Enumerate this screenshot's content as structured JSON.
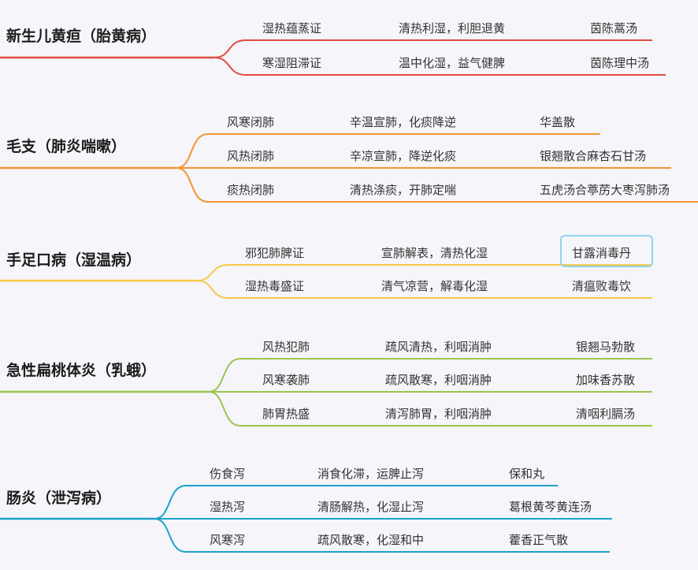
{
  "groups": [
    {
      "topic": "新生儿黄疸（胎黄病）",
      "color": "#e04b3f",
      "rows": [
        {
          "syndrome": "湿热蕴蒸证",
          "method": "清热利湿，利胆退黄",
          "formula": "茵陈蒿汤"
        },
        {
          "syndrome": "寒湿阻滞证",
          "method": "温中化湿，益气健脾",
          "formula": "茵陈理中汤"
        }
      ]
    },
    {
      "topic": "毛支（肺炎喘嗽）",
      "color": "#f2952f",
      "rows": [
        {
          "syndrome": "风寒闭肺",
          "method": "辛温宣肺，化痰降逆",
          "formula": "华盖散"
        },
        {
          "syndrome": "风热闭肺",
          "method": "辛凉宣肺，降逆化痰",
          "formula": "银翘散合麻杏石甘汤"
        },
        {
          "syndrome": "痰热闭肺",
          "method": "清热涤痰，开肺定喘",
          "formula": "五虎汤合葶苈大枣泻肺汤"
        }
      ]
    },
    {
      "topic": "手足口病（湿温病）",
      "color": "#f7c948",
      "rows": [
        {
          "syndrome": "邪犯肺脾证",
          "method": "宣肺解表，清热化湿",
          "formula": "甘露消毒丹",
          "selected": true
        },
        {
          "syndrome": "湿热毒盛证",
          "method": "清气凉营，解毒化湿",
          "formula": "清瘟败毒饮"
        }
      ]
    },
    {
      "topic": "急性扁桃体炎（乳蛾）",
      "color": "#9cc44c",
      "rows": [
        {
          "syndrome": "风热犯肺",
          "method": "疏风清热，利咽消肿",
          "formula": "银翘马勃散"
        },
        {
          "syndrome": "风寒袭肺",
          "method": "疏风散寒，利咽消肿",
          "formula": "加味香苏散"
        },
        {
          "syndrome": "肺胃热盛",
          "method": "清泻肺胃，利咽消肿",
          "formula": "清咽利膈汤"
        }
      ]
    },
    {
      "topic": "肠炎（泄泻病）",
      "color": "#1aa3c9",
      "rows": [
        {
          "syndrome": "伤食泻",
          "method": "消食化滞，运脾止泻",
          "formula": "保和丸"
        },
        {
          "syndrome": "湿热泻",
          "method": "清肠解热，化湿止泻",
          "formula": "葛根黄芩黄连汤"
        },
        {
          "syndrome": "风寒泻",
          "method": "疏风散寒，化湿和中",
          "formula": "藿香正气散"
        }
      ]
    }
  ],
  "selection_color": "#8fd3f0"
}
